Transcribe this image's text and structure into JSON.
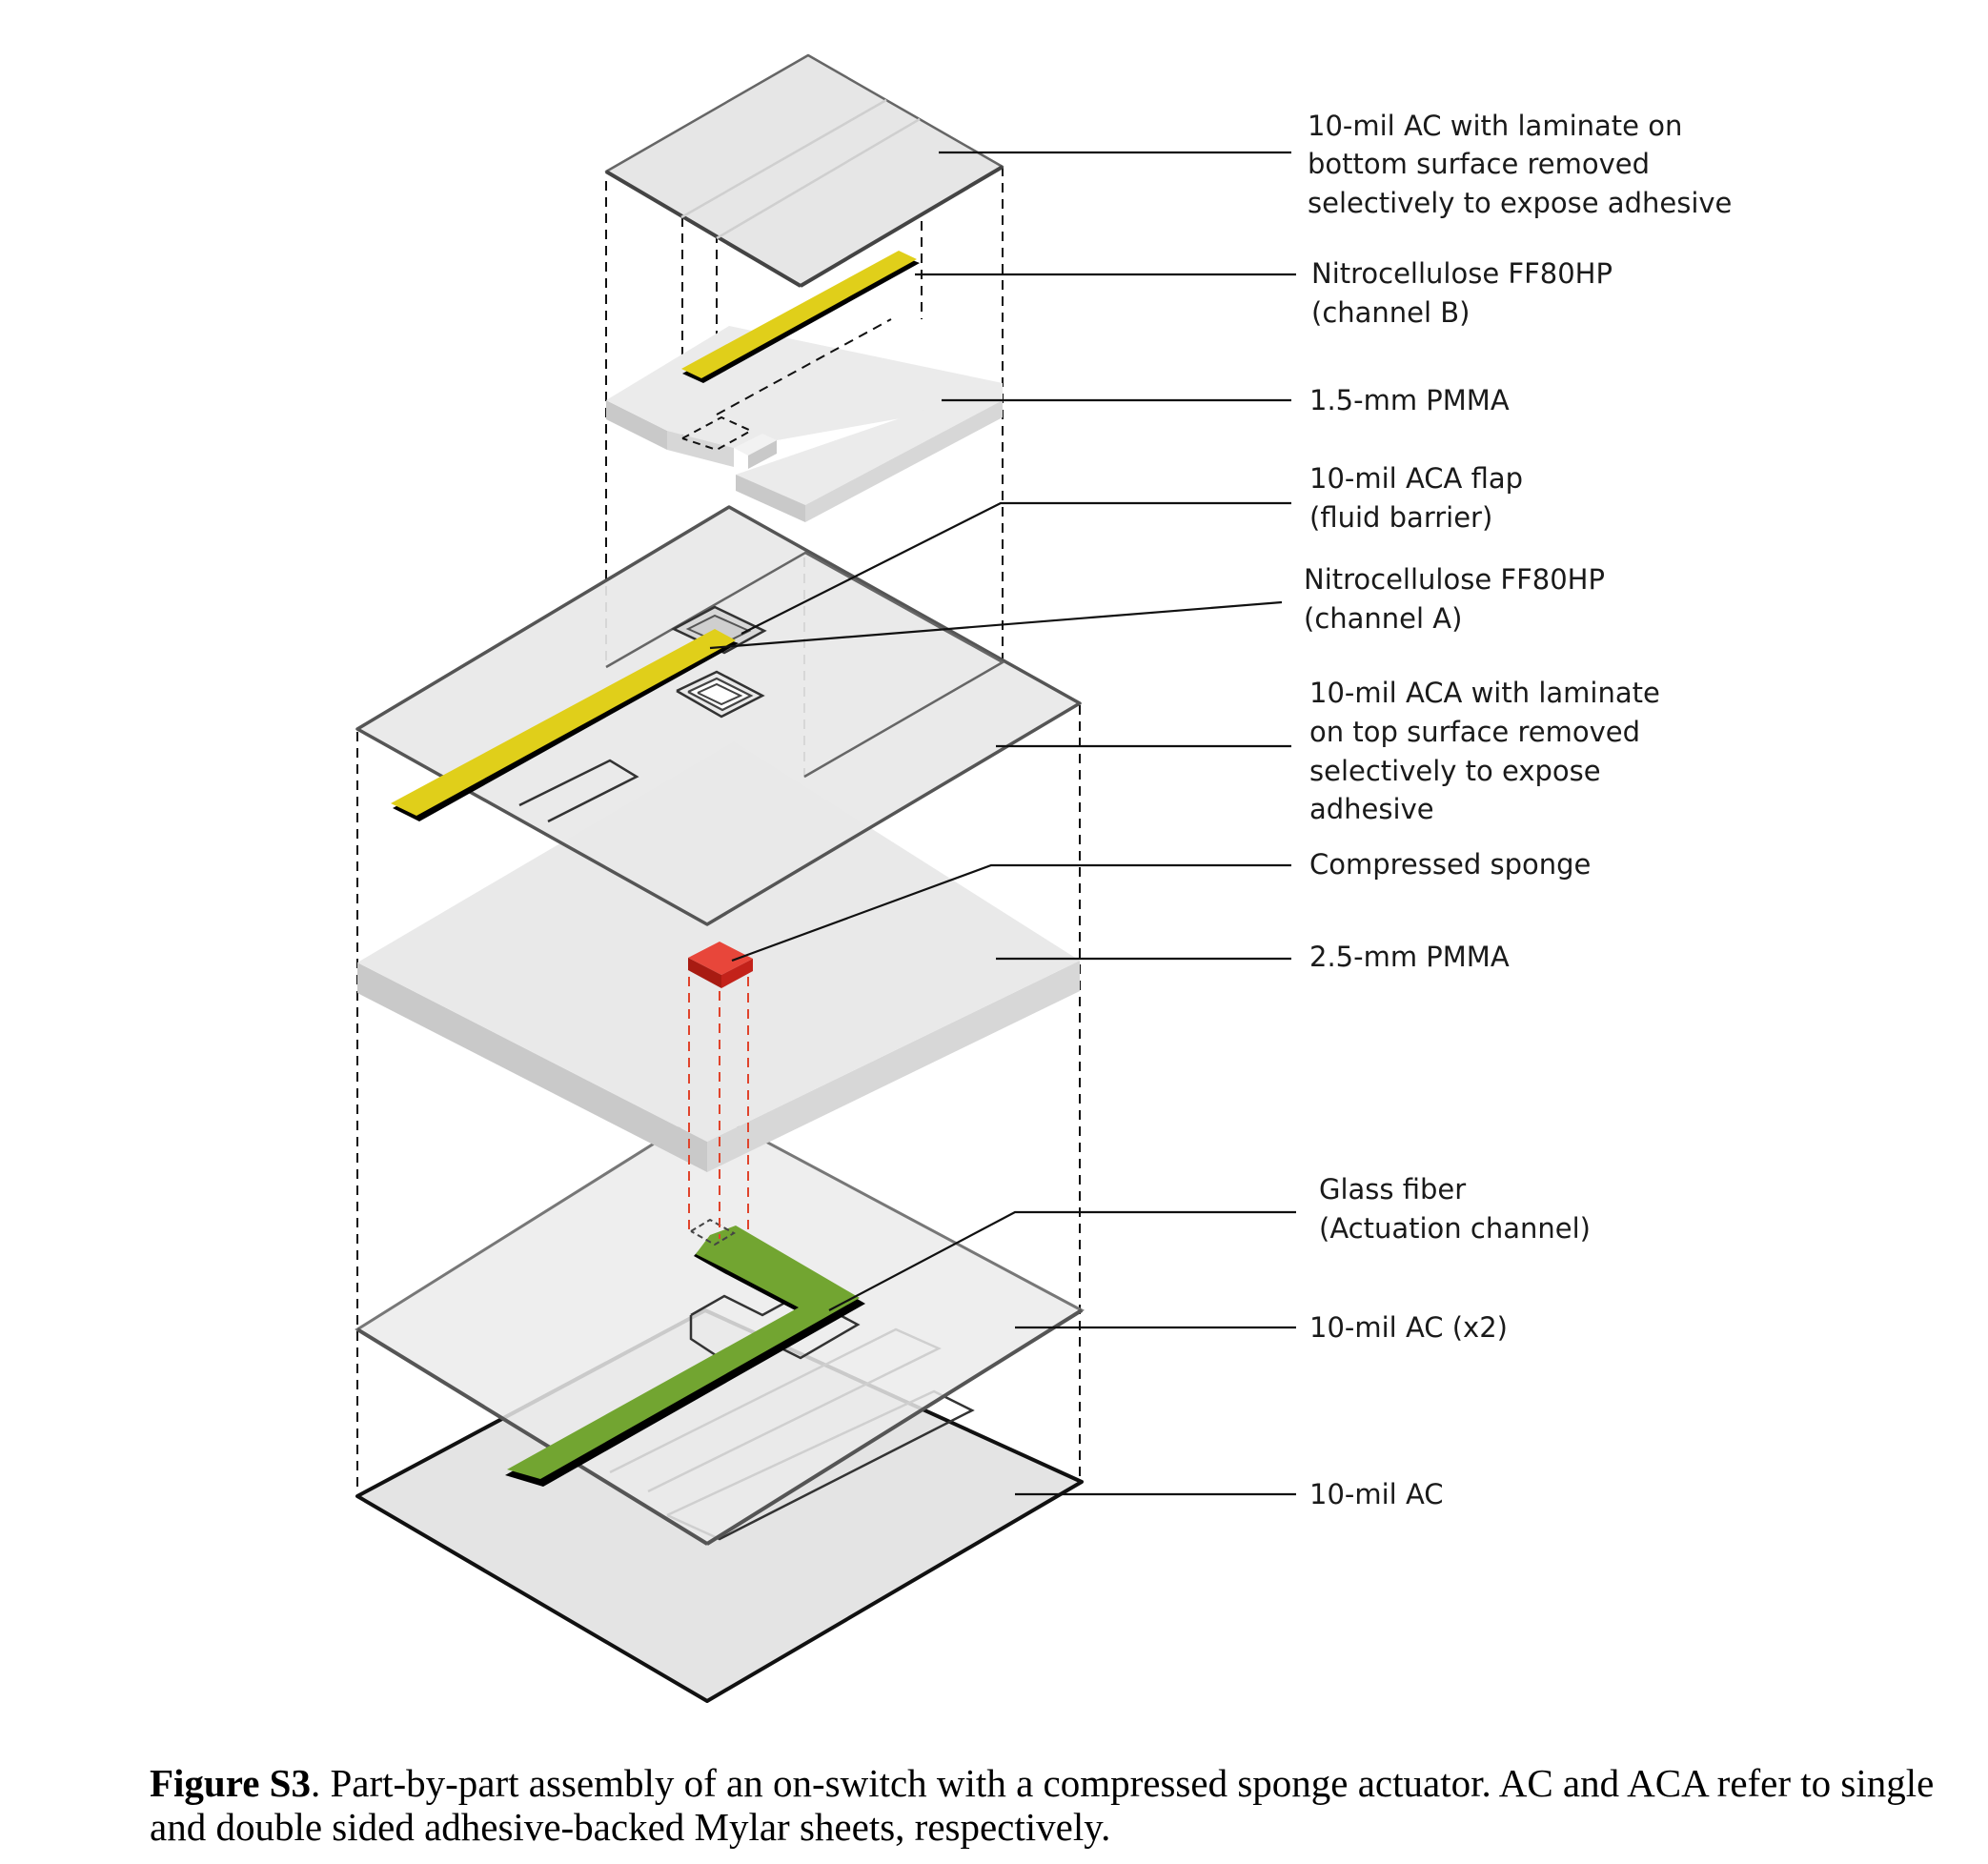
{
  "labels": {
    "top_ac": [
      "10-mil AC with laminate on",
      "bottom surface removed",
      "selectively to expose adhesive"
    ],
    "nitro_b": [
      "Nitrocellulose FF80HP",
      "(channel B)"
    ],
    "pmma_15": [
      "1.5-mm PMMA"
    ],
    "aca_flap": [
      "10-mil ACA flap",
      "(fluid barrier)"
    ],
    "nitro_a": [
      "Nitrocellulose FF80HP",
      "(channel A)"
    ],
    "aca_top": [
      "10-mil ACA with laminate",
      "on top surface removed",
      "selectively to expose",
      "adhesive"
    ],
    "sponge": [
      "Compressed sponge"
    ],
    "pmma_25": [
      "2.5-mm PMMA"
    ],
    "glass_fiber": [
      "Glass fiber",
      "(Actuation channel)"
    ],
    "ac_x2": [
      "10-mil AC (x2)"
    ],
    "ac_bottom": [
      "10-mil AC"
    ]
  },
  "caption": {
    "prefix": "Figure S3",
    "text": ". Part-by-part assembly of an on-switch with a compressed sponge actuator. AC and ACA refer to single and double sided adhesive-backed Mylar sheets, respectively."
  },
  "colors": {
    "nitrocellulose": "#e0cf1a",
    "sponge": "#d9261c",
    "glass_fiber": "#72a531",
    "sheet": "#e7e7e7"
  }
}
